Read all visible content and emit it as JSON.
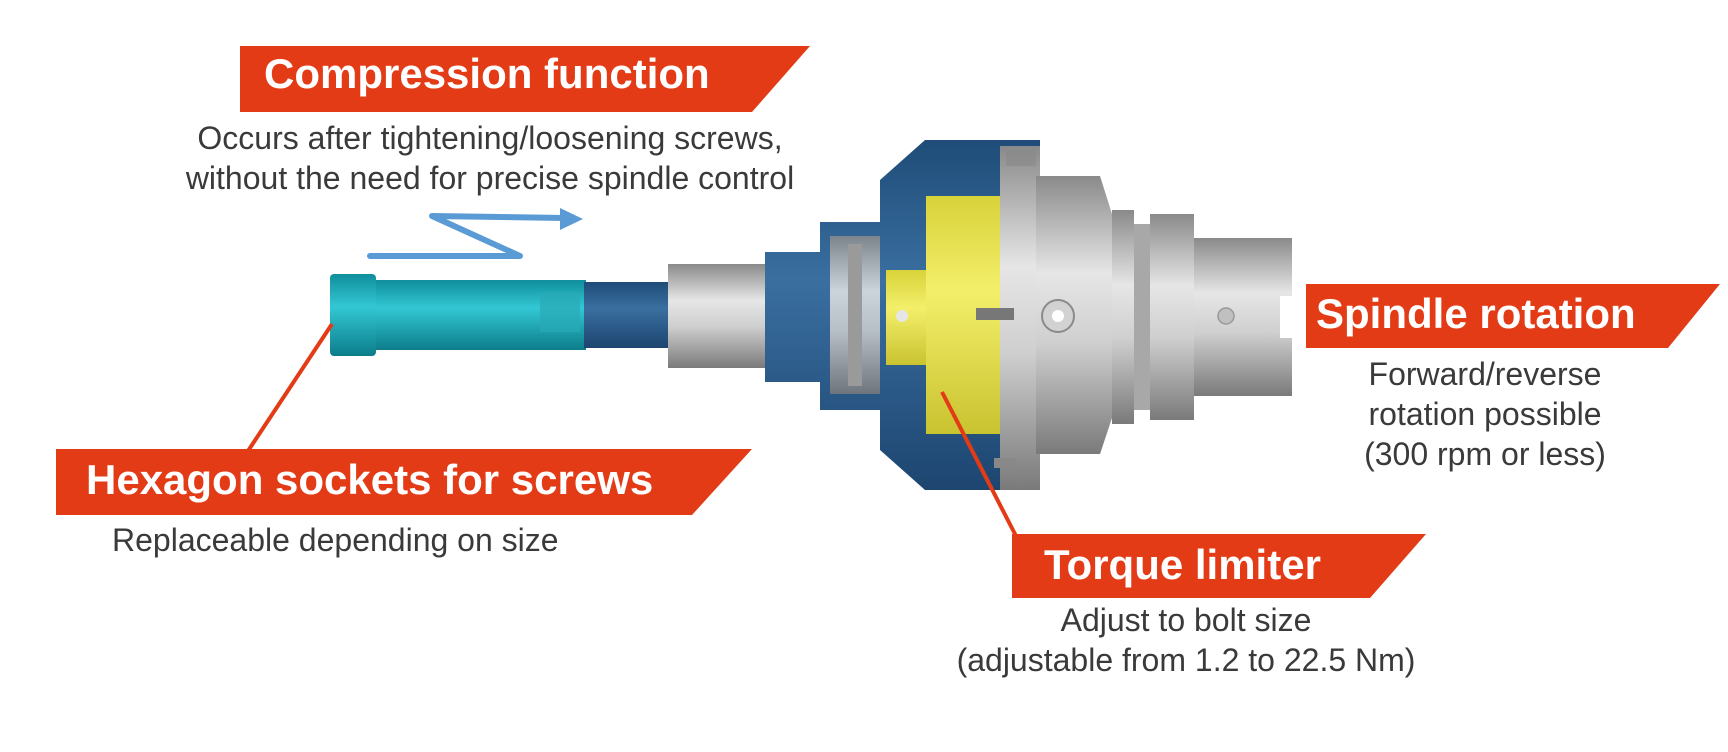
{
  "callouts": {
    "compression": {
      "title": "Compression function",
      "lines": [
        "Occurs after tightening/loosening screws,",
        "without the need for precise spindle control"
      ]
    },
    "spindle": {
      "title": "Spindle rotation",
      "lines": [
        "Forward/reverse",
        "rotation possible",
        "(300 rpm or less)"
      ]
    },
    "hexagon": {
      "title": "Hexagon sockets for screws",
      "lines": [
        "Replaceable depending on size"
      ]
    },
    "torque": {
      "title": "Torque limiter",
      "lines": [
        "Adjust to bolt size",
        "(adjustable from 1.2 to 22.5 Nm)"
      ]
    }
  },
  "colors": {
    "accent": "#e33b16",
    "text": "#3a3a3a",
    "socket": "#1fb3c2",
    "housing": "#2e5f8f",
    "limiter": "#e8e446",
    "metal": "#bdbdbd",
    "arrow": "#5b9bd5"
  }
}
